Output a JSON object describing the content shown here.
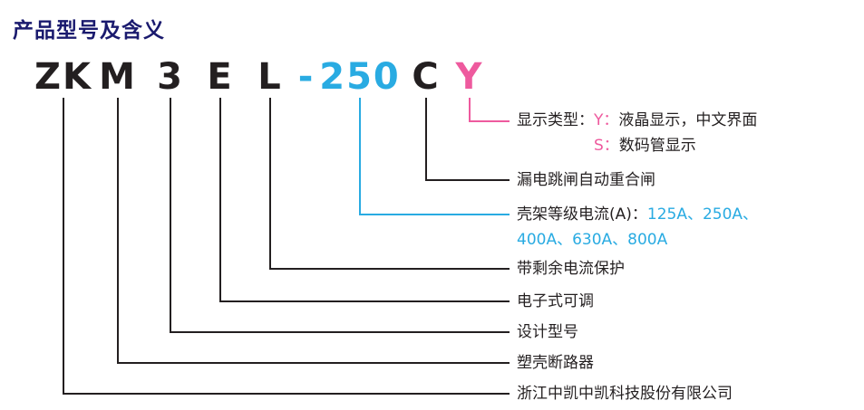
{
  "title": "产品型号及含义",
  "model_code": {
    "segments": [
      {
        "text": "ZK",
        "color": "dark"
      },
      {
        "text": "M",
        "color": "dark"
      },
      {
        "text": "3",
        "color": "dark"
      },
      {
        "text": "E",
        "color": "dark"
      },
      {
        "text": "L",
        "color": "dark"
      },
      {
        "text": "-",
        "color": "blue"
      },
      {
        "text": "250",
        "color": "blue"
      },
      {
        "text": "C",
        "color": "dark"
      },
      {
        "text": "Y",
        "color": "pink"
      }
    ]
  },
  "labels": {
    "display_type_prefix": "显示类型：",
    "display_type_y_key": "Y：",
    "display_type_y_desc": "液晶显示，中文界面",
    "display_type_s_key": "S：",
    "display_type_s_desc": "数码管显示",
    "reclose": "漏电跳闸自动重合闸",
    "frame_current_prefix": "壳架等级电流(A)：",
    "frame_current_line1": "125A、250A、",
    "frame_current_line2": "400A、630A、800A",
    "residual_protection": "带剩余电流保护",
    "electronic_adjustable": "电子式可调",
    "design_model": "设计型号",
    "molded_case_breaker": "塑壳断路器",
    "company": "浙江中凯中凯科技股份有限公司"
  },
  "colors": {
    "accent_blue": "#29abe2",
    "accent_pink": "#ee5a9e",
    "title": "#1a1a6e",
    "text": "#231f20"
  }
}
